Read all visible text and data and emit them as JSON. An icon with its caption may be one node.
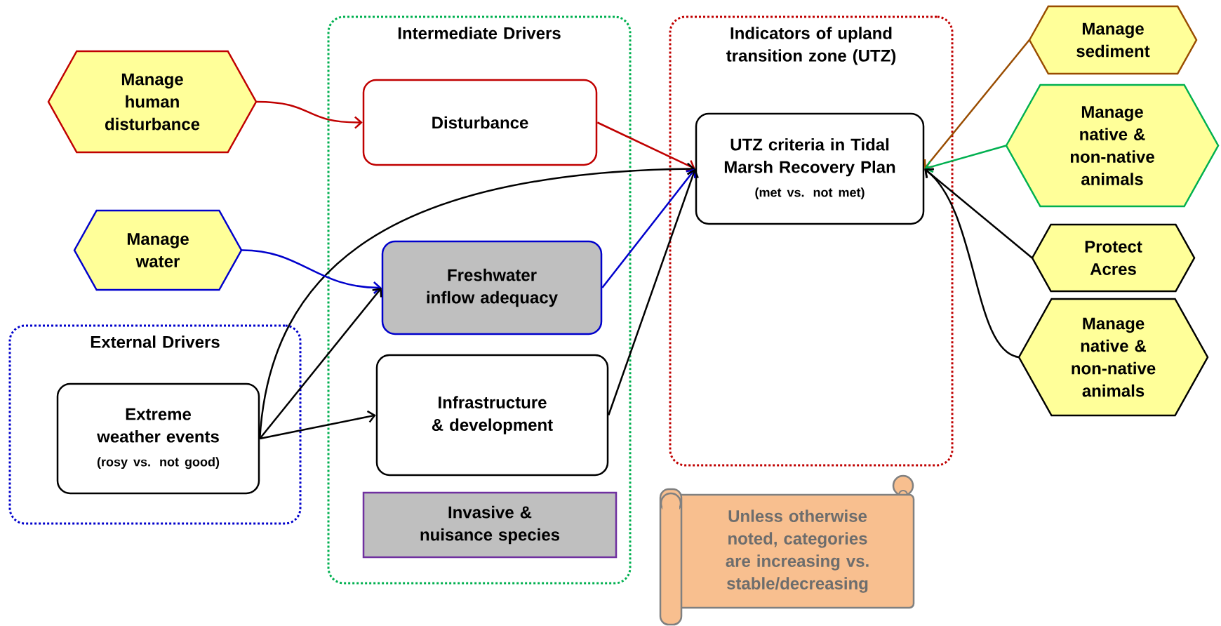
{
  "diagram": {
    "nodes": [
      {
        "text": [
          "Manage human disturbance"
        ]
      },
      {
        "text": [
          "Intermediate Drivers"
        ]
      },
      {
        "text": [
          "Disturbance"
        ],
        "in": 1
      },
      {
        "text": [
          "Freshwater inflow adequacy"
        ],
        "in": 1
      },
      {
        "text": [
          "Infrastructure & development"
        ],
        "in": 1
      },
      {
        "text": [
          "Invasive & nuisance species"
        ],
        "in": 1
      },
      {
        "text": [
          "Manage water"
        ]
      },
      {
        "text": [
          "External Drivers"
        ]
      },
      {
        "text": [
          "Extreme weather events",
          "(rosy vs. not good)"
        ],
        "in": 7
      },
      {
        "text": [
          "Indicators of upland transition zone (UTZ)"
        ]
      },
      {
        "text": [
          "UTZ criteria in Tidal Marsh Recovery Plan",
          "(met vs. not met)"
        ],
        "in": 9
      },
      {
        "text": [
          "Manage sediment"
        ]
      },
      {
        "text": [
          "Manage native & non-native animals"
        ]
      },
      {
        "text": [
          "Protect Acres"
        ]
      },
      {
        "text": [
          "Manage native & non-native animals"
        ]
      },
      {
        "text": [
          "Unless otherwise noted, categories are increasing vs. stable/decreasing"
        ]
      }
    ],
    "edges": [
      {
        "from": 0,
        "to": 2,
        "arrow": "to",
        "color": "#c00000"
      },
      {
        "from": 2,
        "to": 10,
        "arrow": "to",
        "color": "#c00000"
      },
      {
        "from": 8,
        "to": 10,
        "arrow": "to"
      },
      {
        "from": 6,
        "to": 3,
        "arrow": "to",
        "color": "#0000cc"
      },
      {
        "from": 8,
        "to": 3,
        "arrow": "to"
      },
      {
        "from": 8,
        "to": 4,
        "arrow": "to"
      },
      {
        "from": 3,
        "to": 10,
        "arrow": "to",
        "color": "#0000cc"
      },
      {
        "from": 4,
        "to": 10,
        "arrow": "to"
      },
      {
        "from": 11,
        "to": 10,
        "arrow": "to",
        "color": "#994c00"
      },
      {
        "from": 12,
        "to": 10,
        "arrow": "to",
        "color": "#00b050"
      },
      {
        "from": 13,
        "to": 10,
        "arrow": "to"
      },
      {
        "from": 14,
        "to": 10,
        "arrow": "to"
      }
    ]
  }
}
